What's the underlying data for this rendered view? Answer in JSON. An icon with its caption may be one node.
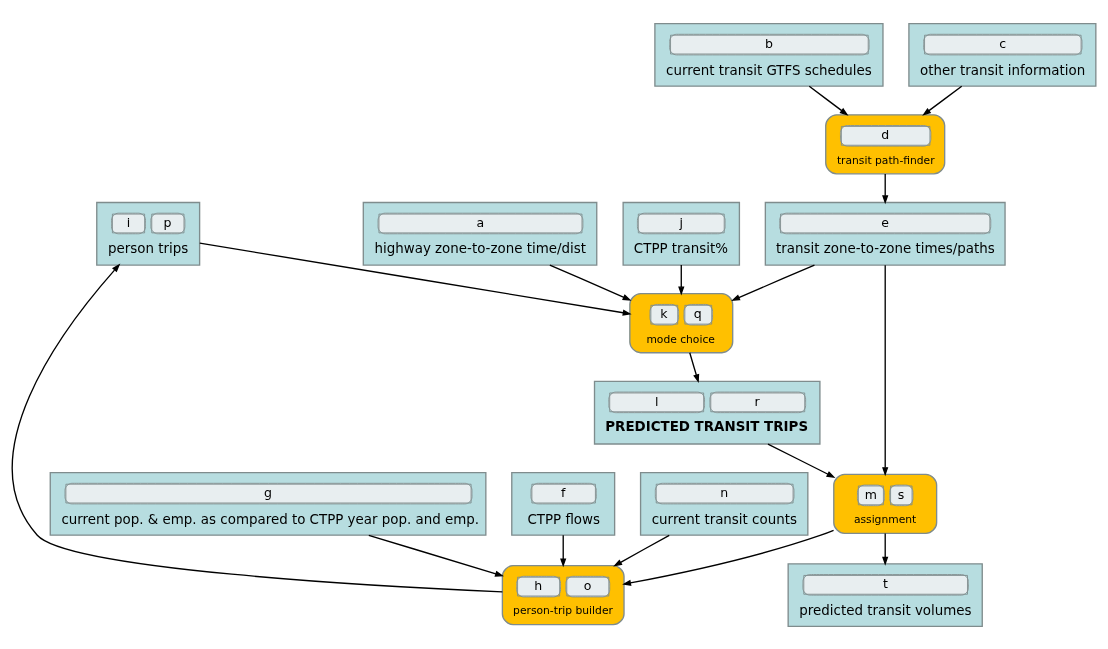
{
  "diagram": {
    "nodes": [
      {
        "text": [
          "i",
          "p",
          "person trips"
        ]
      },
      {
        "text": [
          "h",
          "o",
          "person-trip builder"
        ]
      },
      {
        "text": [
          "g",
          "current pop. & emp. as compared to CTPP year pop. and emp."
        ]
      },
      {
        "text": [
          "a",
          "highway zone-to-zone time/dist"
        ]
      },
      {
        "text": [
          "k",
          "q",
          "mode choice"
        ]
      },
      {
        "text": [
          "f",
          "CTPP flows"
        ]
      },
      {
        "text": [
          "j",
          "CTPP transit%"
        ]
      },
      {
        "text": [
          "e",
          "transit zone-to-zone times/paths"
        ]
      },
      {
        "text": [
          "l",
          "r",
          "PREDICTED TRANSIT TRIPS"
        ]
      },
      {
        "text": [
          "b",
          "current transit GTFS schedules"
        ]
      },
      {
        "text": [
          "d",
          "transit path-finder"
        ]
      },
      {
        "text": [
          "m",
          "s",
          "assignment"
        ]
      },
      {
        "text": [
          "n",
          "current transit counts"
        ]
      },
      {
        "text": [
          "c",
          "other transit information"
        ]
      },
      {
        "text": [
          "t",
          "predicted transit volumes"
        ]
      }
    ],
    "edges": [
      {
        "from": 1,
        "to": 0,
        "arrow": "to"
      },
      {
        "from": 2,
        "to": 1,
        "arrow": "to"
      },
      {
        "from": 5,
        "to": 1,
        "arrow": "to"
      },
      {
        "from": 0,
        "to": 4,
        "arrow": "to"
      },
      {
        "from": 3,
        "to": 4,
        "arrow": "to"
      },
      {
        "from": 7,
        "to": 4,
        "arrow": "to"
      },
      {
        "from": 7,
        "to": 11,
        "arrow": "to"
      },
      {
        "from": 6,
        "to": 4,
        "arrow": "to"
      },
      {
        "from": 4,
        "to": 8,
        "arrow": "to"
      },
      {
        "from": 8,
        "to": 11,
        "arrow": "to"
      },
      {
        "from": 11,
        "to": 14,
        "arrow": "to"
      },
      {
        "from": 11,
        "to": 1,
        "arrow": "to"
      },
      {
        "from": 12,
        "to": 1,
        "arrow": "to"
      },
      {
        "from": 9,
        "to": 10,
        "arrow": "to"
      },
      {
        "from": 13,
        "to": 10,
        "arrow": "to"
      },
      {
        "from": 10,
        "to": 7,
        "arrow": "to"
      }
    ]
  }
}
